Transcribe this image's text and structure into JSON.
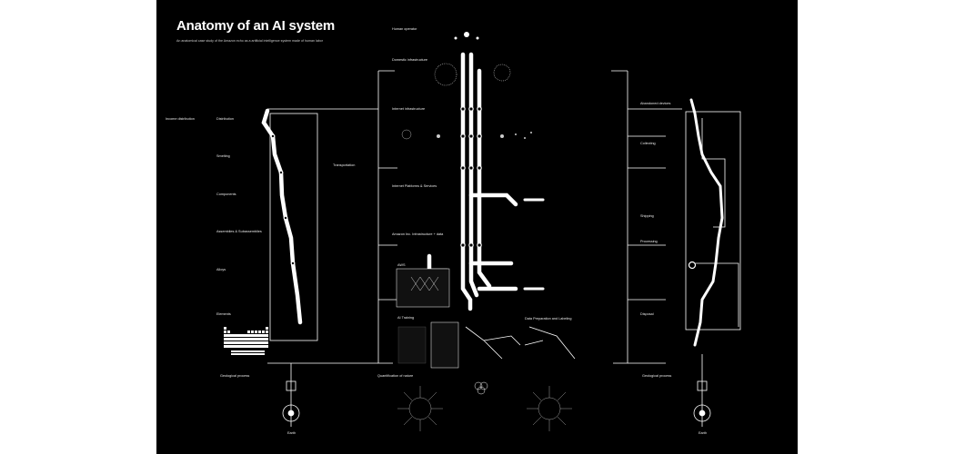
{
  "poster": {
    "title": "Anatomy of an AI system",
    "subtitle": "An anatomical case study of the Amazon echo as a artificial intelligence system made of human labor"
  },
  "labels": {
    "human_operator": "Human operator",
    "domestic_infrastructure": "Domestic infrastructure",
    "internet_infrastructure": "Internet infrastructure",
    "internet_platforms": "Internet Platforms & Services",
    "amazon_infrastructure": "Amazon Inc. Infrastructure + data",
    "ai_training": "AI Training",
    "aws": "AWS",
    "data_preparation": "Data Preparation and Labeling",
    "quantification": "Quantification of nature",
    "geological_left": "Geological process",
    "geological_right": "Geological process",
    "distribution": "Distribution",
    "smelting": "Smelting",
    "components": "Components",
    "assemblies": "Assemblies & Subassemblies",
    "alloys": "Alloys",
    "elements": "Elements",
    "transportation": "Transportation",
    "income_distribution": "Income distribution",
    "abandoned_devices": "Abandoned devices",
    "collecting": "Collecting",
    "shipping": "Shipping",
    "processing": "Processing",
    "disposal": "Disposal",
    "earth": "Earth"
  }
}
